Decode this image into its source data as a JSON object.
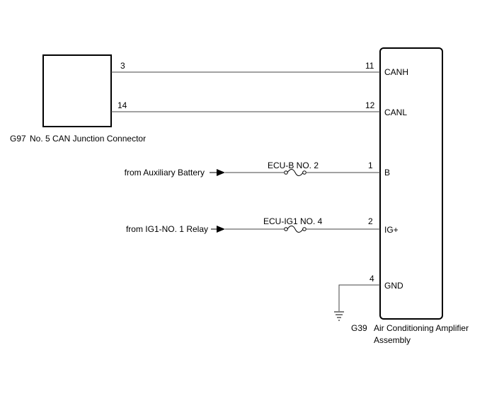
{
  "connector": {
    "code": "G97",
    "name": "No. 5 CAN Junction Connector",
    "pins": {
      "canh": "3",
      "canl": "14"
    }
  },
  "amplifier": {
    "code": "G39",
    "name_line1": "Air Conditioning Amplifier",
    "name_line2": "Assembly",
    "pins": [
      {
        "number": "11",
        "label": "CANH"
      },
      {
        "number": "12",
        "label": "CANL"
      },
      {
        "number": "1",
        "label": "B"
      },
      {
        "number": "2",
        "label": "IG+"
      },
      {
        "number": "4",
        "label": "GND"
      }
    ]
  },
  "sources": {
    "battery": "from Auxiliary Battery",
    "relay": "from IG1-NO. 1 Relay"
  },
  "fuses": {
    "ecu_b": "ECU-B NO. 2",
    "ecu_ig1": "ECU-IG1 NO. 4"
  },
  "icons": {
    "ground": "ground-icon",
    "fuse": "fuse-icon",
    "arrow": "arrow-right-icon"
  }
}
